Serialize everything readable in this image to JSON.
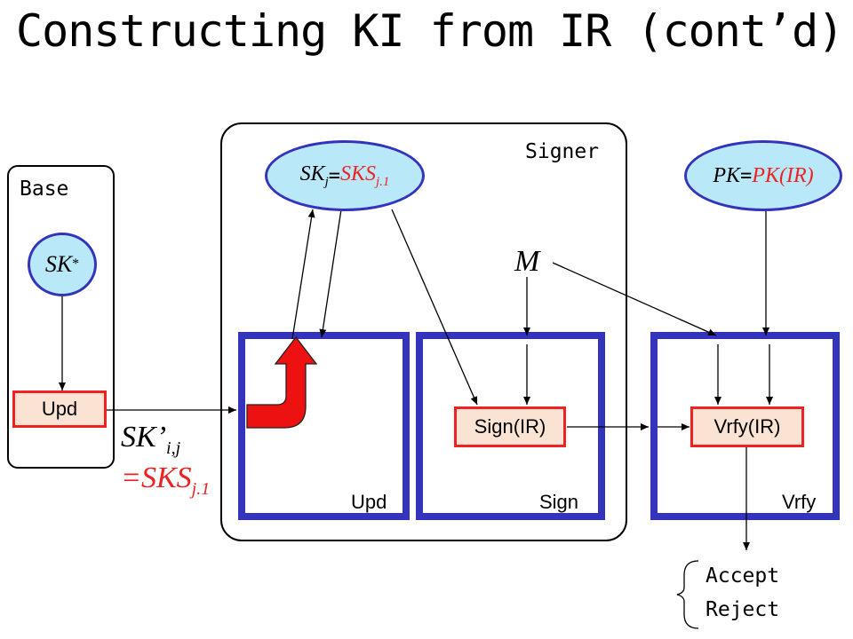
{
  "title": "Constructing KI from IR (cont’d)",
  "base": {
    "label": "Base",
    "sk_star": {
      "base": "SK",
      "sup": "*"
    },
    "upd_label": "Upd"
  },
  "signer": {
    "label": "Signer",
    "sk_oval": {
      "left_base": "SK",
      "left_sub": "j",
      "eq": "=",
      "right_base": "SKS",
      "right_sub": "j.1"
    },
    "m_label": "M",
    "upd_box_label": "Upd",
    "sign_box_label": "Sign",
    "sign_ir_label": "Sign(IR)"
  },
  "sk_prime": {
    "base": "SK",
    "prime": "’",
    "sub": "i,j",
    "eq": "=",
    "rhs_base": "SKS",
    "rhs_sub": "j.1"
  },
  "verifier": {
    "pk_oval": {
      "left": "PK",
      "eq": "=",
      "right": "PK(IR)"
    },
    "vrfy_box_label": "Vrfy",
    "vrfy_ir_label": "Vrfy(IR)",
    "outcomes": [
      "Accept",
      "Reject"
    ]
  },
  "colors": {
    "blue": "#3333bb",
    "red": "#ee2222",
    "cyan": "#b9e9f9",
    "peach": "#fbe3d3"
  }
}
